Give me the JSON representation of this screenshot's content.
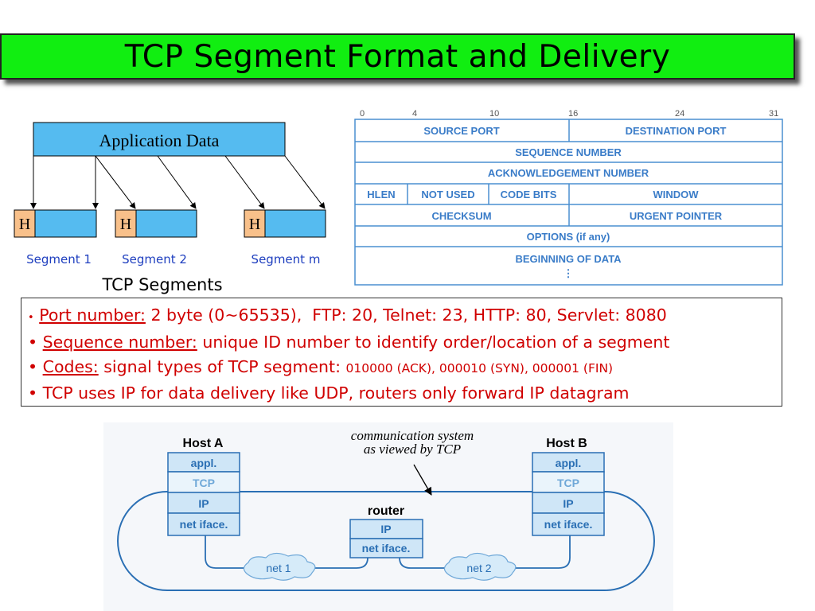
{
  "slide": {
    "title": "TCP Segment Format and Delivery"
  },
  "segments": {
    "app_data_label": "Application Data",
    "header_letter": "H",
    "labels": [
      "Segment 1",
      "Segment 2",
      "Segment m"
    ],
    "caption": "TCP Segments"
  },
  "header_format": {
    "bit_ticks": [
      "0",
      "4",
      "10",
      "16",
      "24",
      "31"
    ],
    "rows": [
      [
        "SOURCE PORT",
        "DESTINATION PORT"
      ],
      [
        "SEQUENCE NUMBER"
      ],
      [
        "ACKNOWLEDGEMENT NUMBER"
      ],
      [
        "HLEN",
        "NOT USED",
        "CODE BITS",
        "WINDOW"
      ],
      [
        "CHECKSUM",
        "URGENT POINTER"
      ],
      [
        "OPTIONS (if any)"
      ],
      [
        "BEGINNING OF DATA",
        "⋮"
      ]
    ]
  },
  "bullets": [
    {
      "bullet": "•",
      "term": "Port number:",
      "text": " 2 byte (0~65535),  FTP: 20, Telnet: 23, HTTP: 80, Servlet: 8080"
    },
    {
      "bullet": "•",
      "term": "Sequence number:",
      "text": " unique ID number to identify order/location of a segment"
    },
    {
      "bullet": "•",
      "term": "Codes:",
      "text": " signal types of TCP segment: ",
      "codes": "010000 (ACK), 000010 (SYN), 000001 (FIN)"
    },
    {
      "bullet": "•",
      "text": "TCP uses IP for data delivery like UDP, routers only forward IP datagram"
    }
  ],
  "network": {
    "annotation": [
      "communication system",
      "as viewed by TCP"
    ],
    "host_a": {
      "title": "Host A",
      "layers": [
        "appl.",
        "TCP",
        "IP",
        "net iface."
      ]
    },
    "host_b": {
      "title": "Host B",
      "layers": [
        "appl.",
        "TCP",
        "IP",
        "net iface."
      ]
    },
    "router": {
      "title": "router",
      "layers": [
        "IP",
        "net iface."
      ]
    },
    "nets": [
      "net 1",
      "net 2"
    ]
  },
  "colors": {
    "title_bg": "#11ee11",
    "box_blue": "#55bbf0",
    "header_h": "#f8c08a",
    "bullet_red": "#d00000",
    "diagram_blue": "#2a6fb4",
    "layer_fill": "#cfe6f7"
  }
}
